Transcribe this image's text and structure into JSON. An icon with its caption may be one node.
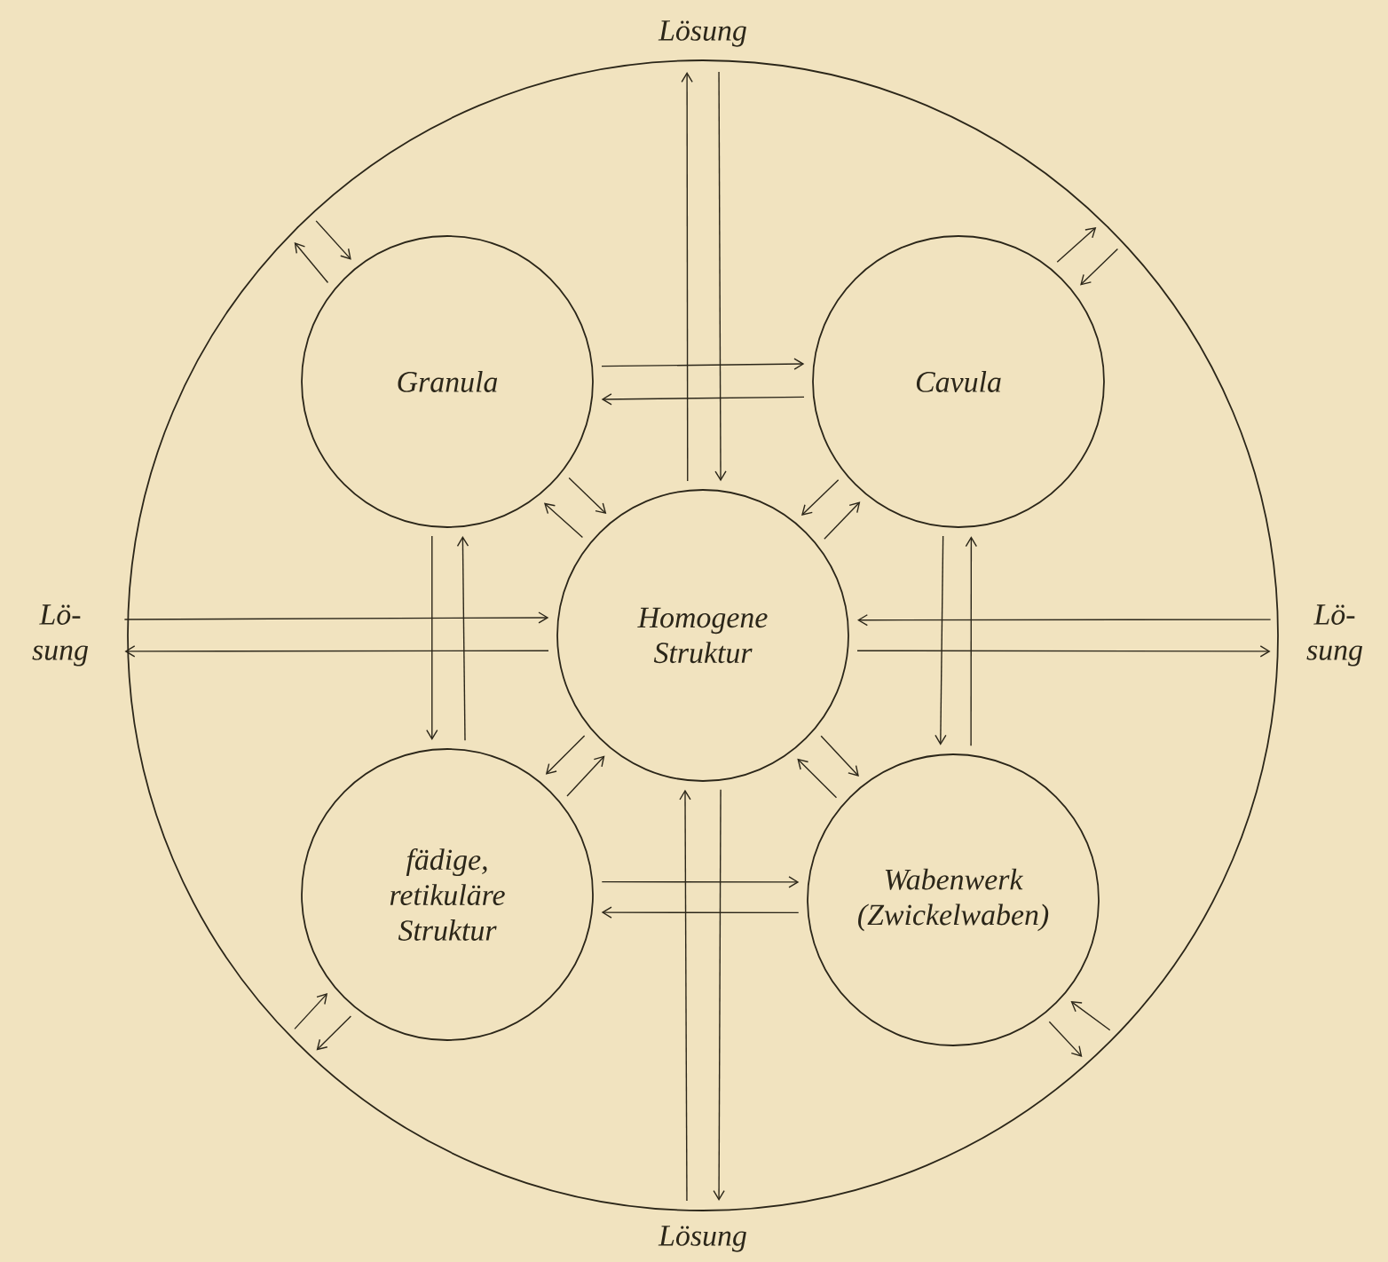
{
  "diagram": {
    "nodes": [
      {
        "text": [],
        "shape": "circle"
      },
      {
        "text": [
          "Lösung"
        ]
      },
      {
        "text": [
          "Granula"
        ],
        "in": 0
      },
      {
        "text": [
          "Cavula"
        ],
        "in": 0
      },
      {
        "text": [
          "Lö- sung"
        ]
      },
      {
        "text": [
          "Homogene Struktur"
        ],
        "in": 0
      },
      {
        "text": [
          "Lö- sung"
        ]
      },
      {
        "text": [
          "fädige, retikuläre Struktur"
        ],
        "in": 0
      },
      {
        "text": [
          "Wabenwerk (Zwickelwaben)"
        ],
        "in": 0
      },
      {
        "text": [
          "Lösung"
        ]
      }
    ],
    "edges": [
      {
        "from": 5,
        "to": 1,
        "arrow": "to"
      },
      {
        "from": 1,
        "to": 5,
        "arrow": "to"
      },
      {
        "from": 0,
        "to": 2,
        "arrow": "to"
      },
      {
        "from": 2,
        "to": 0,
        "arrow": "to"
      },
      {
        "from": 2,
        "to": 5,
        "arrow": "to"
      },
      {
        "from": 5,
        "to": 2,
        "arrow": "to"
      },
      {
        "from": 2,
        "to": 3,
        "arrow": "to"
      },
      {
        "from": 3,
        "to": 2,
        "arrow": "to"
      },
      {
        "from": 2,
        "to": 7,
        "arrow": "to"
      },
      {
        "from": 7,
        "to": 2,
        "arrow": "to"
      },
      {
        "from": 3,
        "to": 0,
        "arrow": "to"
      },
      {
        "from": 0,
        "to": 3,
        "arrow": "to"
      },
      {
        "from": 3,
        "to": 5,
        "arrow": "to"
      },
      {
        "from": 5,
        "to": 3,
        "arrow": "to"
      },
      {
        "from": 3,
        "to": 8,
        "arrow": "to"
      },
      {
        "from": 8,
        "to": 3,
        "arrow": "to"
      },
      {
        "from": 6,
        "to": 5,
        "arrow": "to"
      },
      {
        "from": 5,
        "to": 6,
        "arrow": "to"
      },
      {
        "from": 4,
        "to": 5,
        "arrow": "to"
      },
      {
        "from": 5,
        "to": 4,
        "arrow": "to"
      },
      {
        "from": 5,
        "to": 7,
        "arrow": "to"
      },
      {
        "from": 7,
        "to": 5,
        "arrow": "to"
      },
      {
        "from": 0,
        "to": 7,
        "arrow": "to"
      },
      {
        "from": 7,
        "to": 0,
        "arrow": "to"
      },
      {
        "from": 7,
        "to": 8,
        "arrow": "to"
      },
      {
        "from": 8,
        "to": 7,
        "arrow": "to"
      },
      {
        "from": 5,
        "to": 8,
        "arrow": "to"
      },
      {
        "from": 8,
        "to": 5,
        "arrow": "to"
      },
      {
        "from": 0,
        "to": 8,
        "arrow": "to"
      },
      {
        "from": 8,
        "to": 0,
        "arrow": "to"
      },
      {
        "from": 5,
        "to": 9,
        "arrow": "to"
      },
      {
        "from": 9,
        "to": 5,
        "arrow": "to"
      }
    ]
  }
}
